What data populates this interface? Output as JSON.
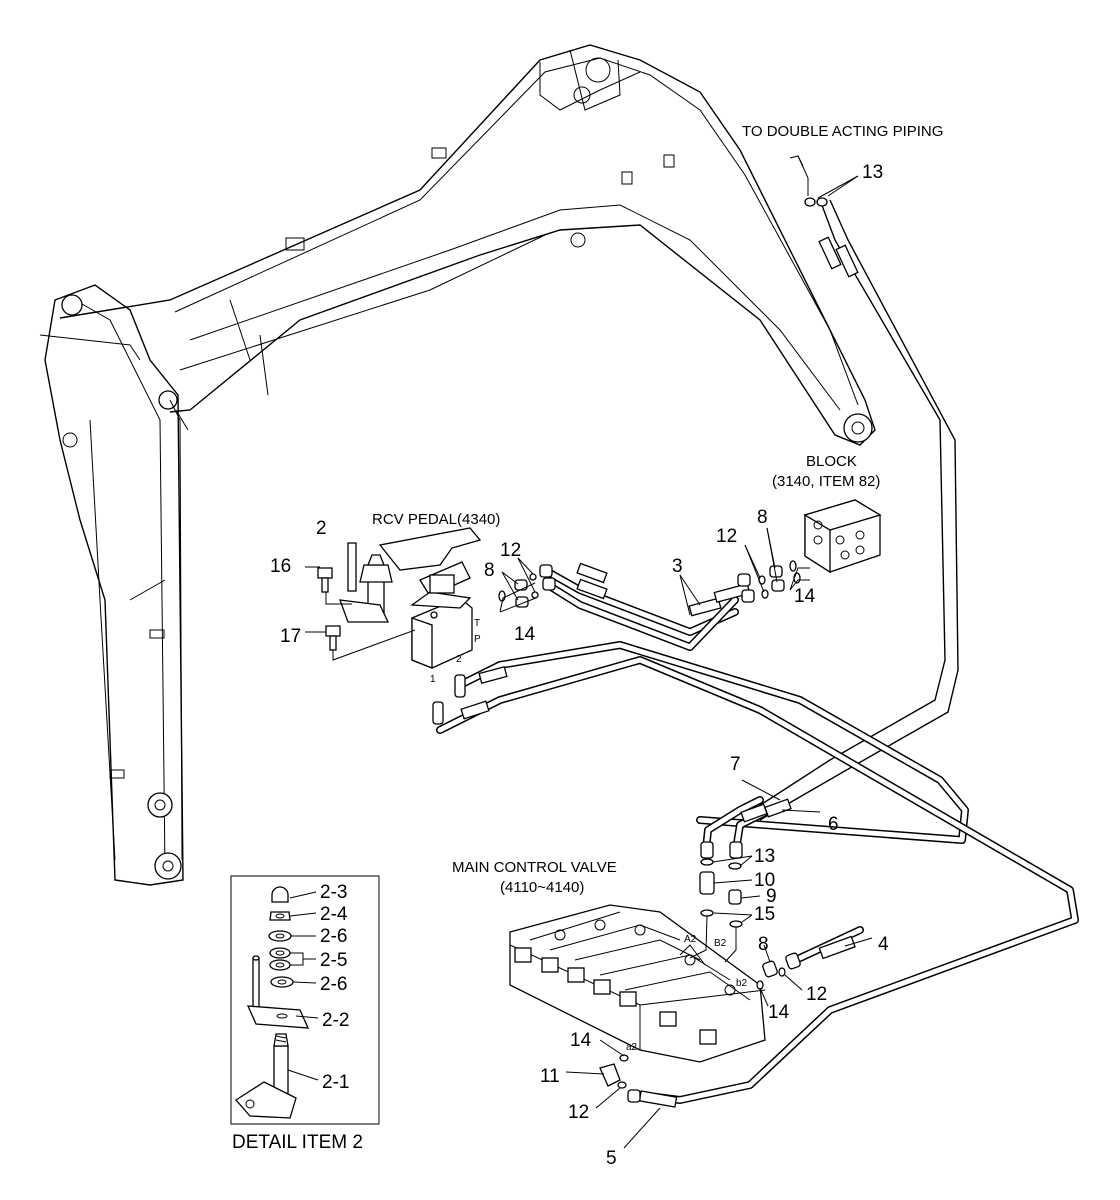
{
  "captions": {
    "to_double_acting": "TO DOUBLE ACTING PIPING",
    "block": "BLOCK",
    "block_ref": "(3140, ITEM 82)",
    "rcv_pedal": "RCV PEDAL(4340)",
    "main_control_valve": "MAIN CONTROL VALVE",
    "mcv_ref": "(4110~4140)",
    "detail_title": "DETAIL ITEM 2"
  },
  "callouts": {
    "n13_top": "13",
    "n12_a": "12",
    "n12_b": "12",
    "n8_a": "8",
    "n8_b": "8",
    "n3": "3",
    "n14_a": "14",
    "n14_b": "14",
    "n2": "2",
    "n16": "16",
    "n17": "17",
    "n7": "7",
    "n6": "6",
    "n13_b": "13",
    "n10": "10",
    "n9": "9",
    "n15": "15",
    "n4": "4",
    "n8_c": "8",
    "n12_c": "12",
    "n14_c": "14",
    "n14_d": "14",
    "n11": "11",
    "n12_d": "12",
    "n5": "5"
  },
  "port_marks": {
    "t": "T",
    "p": "P",
    "one": "1",
    "two": "2",
    "a2_top": "A2",
    "b2_top": "B2",
    "b2_low": "b2",
    "a2_low": "a2"
  },
  "detail_items": [
    "2-3",
    "2-4",
    "2-6",
    "2-5",
    "2-6",
    "2-2",
    "2-1"
  ]
}
